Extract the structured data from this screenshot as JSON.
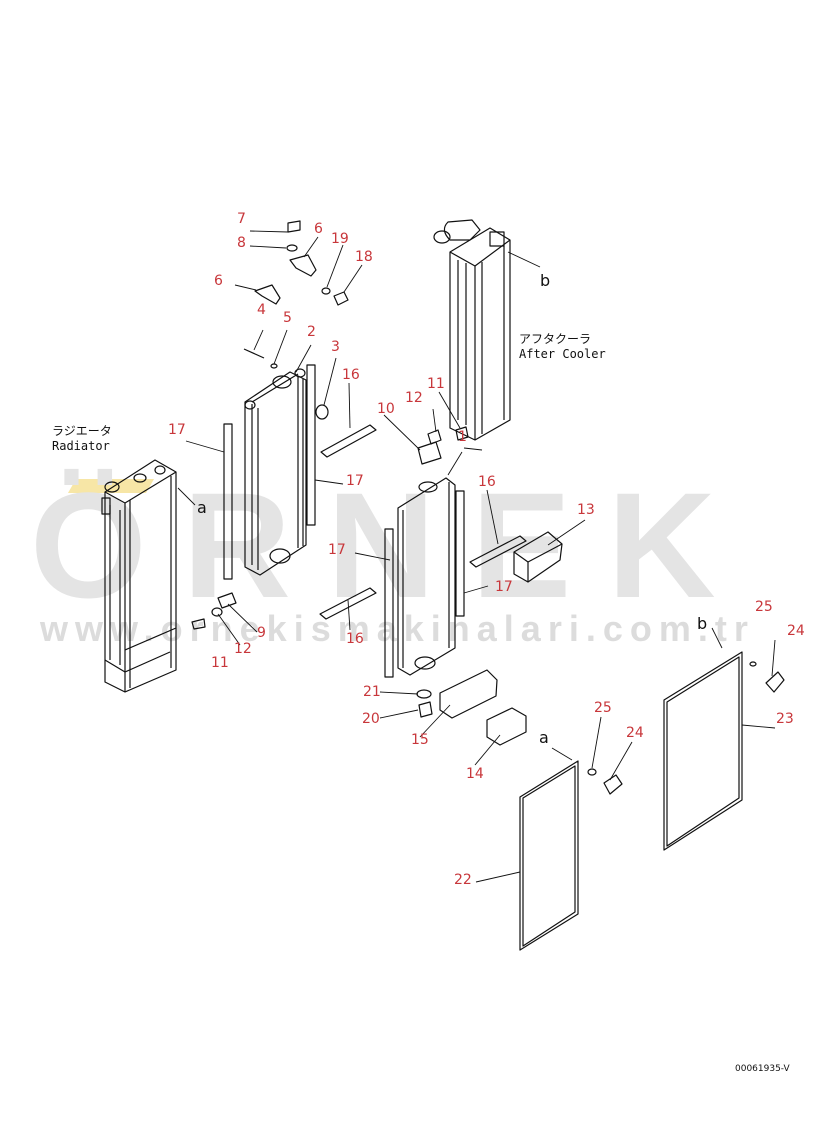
{
  "watermark": {
    "brand": "ÖRNEK",
    "url": "www.ornekismakinalari.com.tr"
  },
  "labels": {
    "radiator_jp": "ラジエータ",
    "radiator_en": "Radiator",
    "aftercooler_jp": "アフタクーラ",
    "aftercooler_en": "After Cooler"
  },
  "letters": {
    "a1": "a",
    "a2": "a",
    "b1": "b",
    "b2": "b"
  },
  "callouts": {
    "n7": "7",
    "n8": "8",
    "n6a": "6",
    "n6b": "6",
    "n19": "19",
    "n18": "18",
    "n4": "4",
    "n5": "5",
    "n2": "2",
    "n3": "3",
    "n16a": "16",
    "n11a": "11",
    "n12a": "12",
    "n10": "10",
    "n1": "1",
    "n17a": "17",
    "n17b": "17",
    "n16b": "16",
    "n13": "13",
    "n17c": "17",
    "n17d": "17",
    "n9": "9",
    "n12b": "12",
    "n11b": "11",
    "n16c": "16",
    "n25a": "25",
    "n24a": "24",
    "n23": "23",
    "n21": "21",
    "n20": "20",
    "n15": "15",
    "n14": "14",
    "n25b": "25",
    "n24b": "24",
    "n22": "22"
  },
  "drawing_code": "00061935-V",
  "colors": {
    "callout": "#c8373b",
    "line": "#111111",
    "watermark": "#e4e4e4"
  }
}
